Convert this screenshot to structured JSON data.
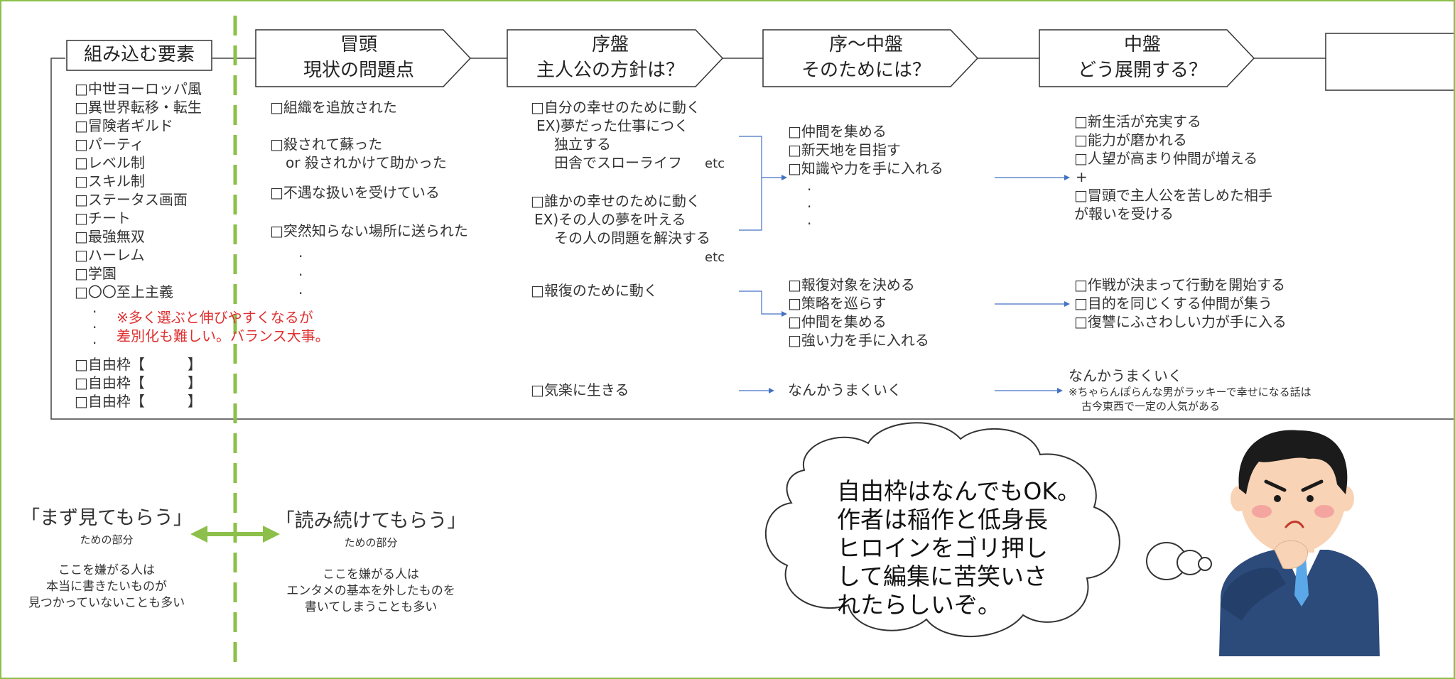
{
  "elements_box": {
    "title": "組み込む要素"
  },
  "stages": [
    {
      "line1": "冒頭",
      "line2": "現状の問題点"
    },
    {
      "line1": "序盤",
      "line2": "主人公の方針は？"
    },
    {
      "line1": "序～中盤",
      "line2": "そのためには？"
    },
    {
      "line1": "中盤",
      "line2": "どう展開する？"
    }
  ],
  "elements_list": [
    "□中世ヨーロッパ風",
    "□異世界転移・転生",
    "□冒険者ギルド",
    "□パーティ",
    "□レベル制",
    "□スキル制",
    "□ステータス画面",
    "□チート",
    "□最強無双",
    "□ハーレム",
    "□学園",
    "□〇〇至上主義"
  ],
  "elements_dots": ".",
  "free_slots": [
    "□自由枠【　　　】",
    "□自由枠【　　　】",
    "□自由枠【　　　】"
  ],
  "note_red": {
    "line1": "※多く選ぶと伸びやすくなるが",
    "line2": "差別化も難しい。バランス大事。"
  },
  "problems": [
    "□組織を追放された",
    "□殺されて蘇った",
    "or 殺されかけて助かった",
    "□不遇な扱いを受けている",
    "□突然知らない場所に送られた"
  ],
  "policy": {
    "self_happy": "□自分の幸せのために動く",
    "self_ex1": "EX)夢だった仕事につく",
    "self_ex2": "独立する",
    "self_ex3": "田舎でスローライフ",
    "self_etc": "etc",
    "other_happy": "□誰かの幸せのために動く",
    "other_ex1": "EX)その人の夢を叶える",
    "other_ex2": "その人の問題を解決する",
    "other_etc": "etc",
    "revenge": "□報復のために動く",
    "easy": "□気楽に生きる"
  },
  "means": {
    "group1": [
      "□仲間を集める",
      "□新天地を目指す",
      "□知識や力を手に入れる"
    ],
    "group2": [
      "□報復対象を決める",
      "□策略を巡らす",
      "□仲間を集める",
      "□強い力を手に入れる"
    ],
    "easy": "なんかうまくいく"
  },
  "development": {
    "group1": [
      "□新生活が充実する",
      "□能力が磨かれる",
      "□人望が高まり仲間が増える"
    ],
    "plus": "+",
    "group1b": [
      "□冒頭で主人公を苦しめた相手",
      "が報いを受ける"
    ],
    "group2": [
      "□作戦が決まって行動を開始する",
      "□目的を同じくする仲間が集う",
      "□復讐にふさわしい力が手に入る"
    ],
    "easy": "なんかうまくいく",
    "easy_note1": "※ちゃらんぽらんな男がラッキーで幸せになる話は",
    "easy_note2": "古今東西で一定の人気がある"
  },
  "bottom_left": {
    "title": "「まず見てもらう」",
    "sub": "ための部分",
    "note1": "ここを嫌がる人は",
    "note2": "本当に書きたいものが",
    "note3": "見つかっていないことも多い"
  },
  "bottom_mid": {
    "title": "「読み続けてもらう」",
    "sub": "ための部分",
    "note1": "ここを嫌がる人は",
    "note2": "エンタメの基本を外したものを",
    "note3": "書いてしまうことも多い"
  },
  "bubble": {
    "line1": "自由枠はなんでもOK。",
    "line2": "作者は稲作と低身長",
    "line3": "ヒロインをゴリ押し",
    "line4": "して編集に苦笑いさ",
    "line5": "れたらしいぞ。"
  },
  "colors": {
    "frame": "#8cc04a",
    "dashed_line": "#8cc04a",
    "arrow": "#4472c4",
    "red_note": "#e03030",
    "double_arrow": "#8cc04a"
  }
}
